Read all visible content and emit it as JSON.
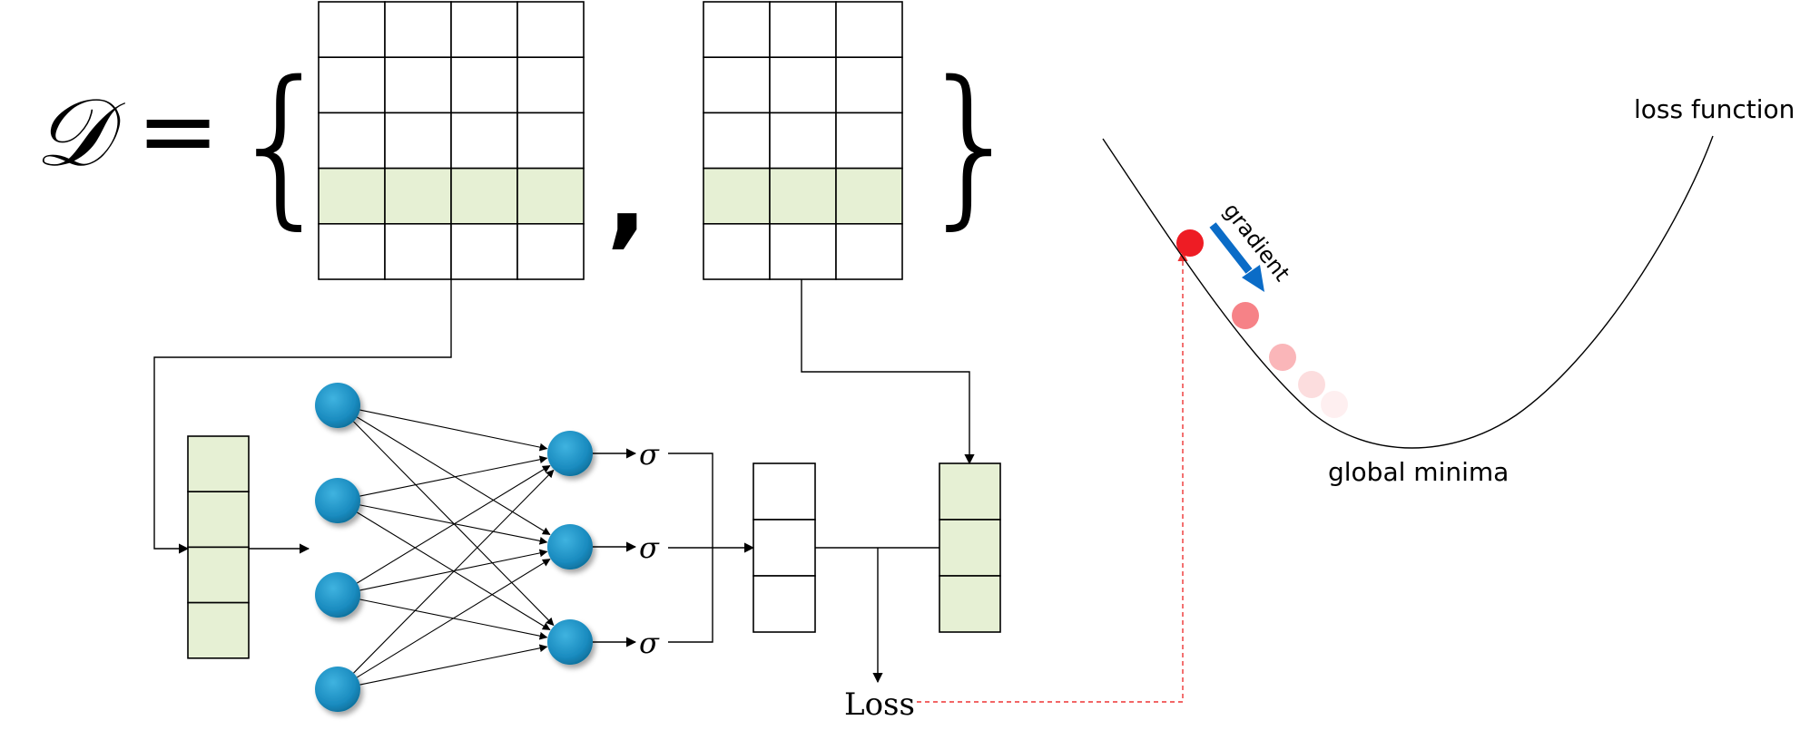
{
  "formula": {
    "symbol": "𝒟",
    "equals": "=",
    "open_brace": "{",
    "comma": ",",
    "close_brace": "}"
  },
  "input_matrix": {
    "rows": 5,
    "cols": 4,
    "highlight_row": 3
  },
  "label_matrix": {
    "rows": 5,
    "cols": 3,
    "highlight_row": 3
  },
  "input_vector": {
    "cells": 4
  },
  "network": {
    "input_nodes": 4,
    "output_nodes": 3,
    "activation": "σ"
  },
  "prediction_vector": {
    "cells": 3
  },
  "target_vector": {
    "cells": 3
  },
  "loss_label": "Loss",
  "loss_plot": {
    "curve_label": "loss function",
    "minima_label": "global minima",
    "gradient_label": "gradient"
  },
  "colors": {
    "highlight": "#e6f0d4",
    "grid_line": "#000000",
    "node": "#1a8bbf",
    "node_dark": "#0d6e99",
    "gradient_arrow": "#0b6cc7",
    "ball": "#ee1c24",
    "dashed": "#ee3333"
  }
}
